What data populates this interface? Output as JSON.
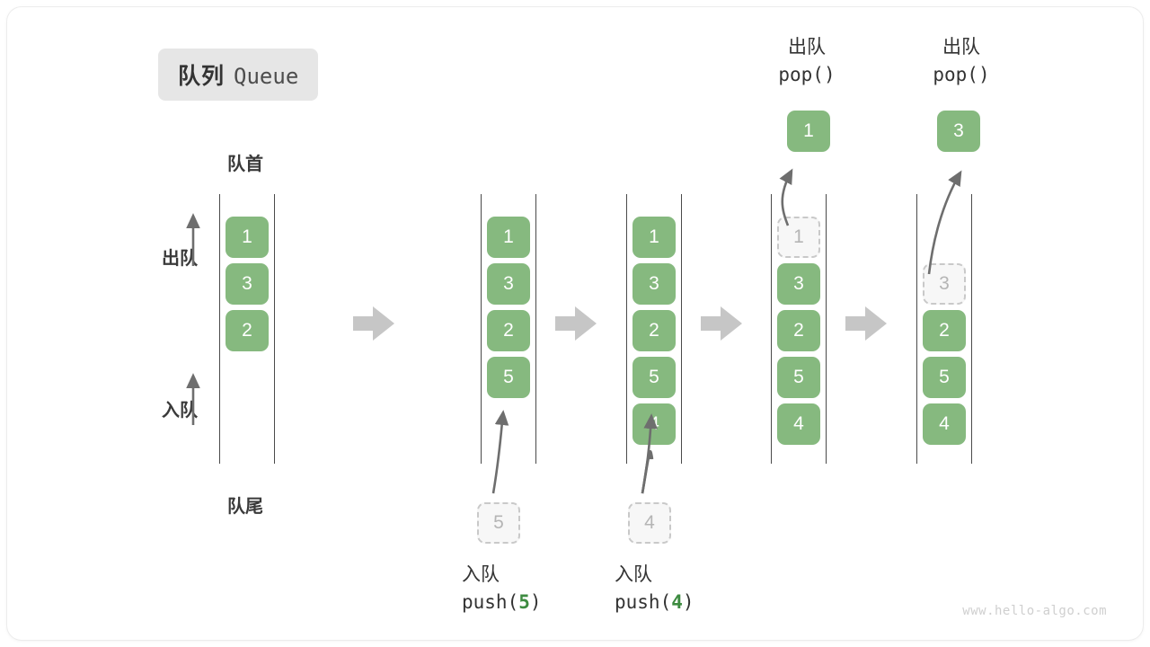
{
  "title": {
    "cn": "队列",
    "en": "Queue"
  },
  "labels": {
    "head": "队首",
    "tail": "队尾",
    "dequeue_side": "出队",
    "enqueue_side": "入队"
  },
  "colors": {
    "box_green": "#86b97f",
    "ghost_fill": "#f7f7f7",
    "ghost_border": "#c9c9c9",
    "rail": "#4a4a4a",
    "arrow": "#6e6e6e",
    "flow_arrow": "#c6c6c6",
    "badge_bg": "#e6e6e6",
    "accent_text": "#3d8b40"
  },
  "columns": [
    {
      "id": "initial",
      "items": [
        {
          "value": "1",
          "state": "filled"
        },
        {
          "value": "3",
          "state": "filled"
        },
        {
          "value": "2",
          "state": "filled"
        }
      ]
    },
    {
      "id": "after-push-5",
      "items": [
        {
          "value": "1",
          "state": "filled"
        },
        {
          "value": "3",
          "state": "filled"
        },
        {
          "value": "2",
          "state": "filled"
        },
        {
          "value": "5",
          "state": "filled"
        }
      ],
      "operation": {
        "kind": "push",
        "cn": "入队",
        "code_prefix": "push(",
        "arg": "5",
        "code_suffix": ")",
        "incoming_value": "5"
      }
    },
    {
      "id": "after-push-4",
      "items": [
        {
          "value": "1",
          "state": "filled"
        },
        {
          "value": "3",
          "state": "filled"
        },
        {
          "value": "2",
          "state": "filled"
        },
        {
          "value": "5",
          "state": "filled"
        },
        {
          "value": "4",
          "state": "filled"
        }
      ],
      "operation": {
        "kind": "push",
        "cn": "入队",
        "code_prefix": "push(",
        "arg": "4",
        "code_suffix": ")",
        "incoming_value": "4"
      }
    },
    {
      "id": "after-pop-1",
      "items": [
        {
          "value": "1",
          "state": "ghost"
        },
        {
          "value": "3",
          "state": "filled"
        },
        {
          "value": "2",
          "state": "filled"
        },
        {
          "value": "5",
          "state": "filled"
        },
        {
          "value": "4",
          "state": "filled"
        }
      ],
      "operation": {
        "kind": "pop",
        "cn": "出队",
        "code_prefix": "pop(",
        "arg": "",
        "code_suffix": ")",
        "outgoing_value": "1"
      }
    },
    {
      "id": "after-pop-3",
      "items": [
        {
          "value": "",
          "state": "empty"
        },
        {
          "value": "3",
          "state": "ghost"
        },
        {
          "value": "2",
          "state": "filled"
        },
        {
          "value": "5",
          "state": "filled"
        },
        {
          "value": "4",
          "state": "filled"
        }
      ],
      "operation": {
        "kind": "pop",
        "cn": "出队",
        "code_prefix": "pop(",
        "arg": "",
        "code_suffix": ")",
        "outgoing_value": "3"
      }
    }
  ],
  "watermark": "www.hello-algo.com"
}
